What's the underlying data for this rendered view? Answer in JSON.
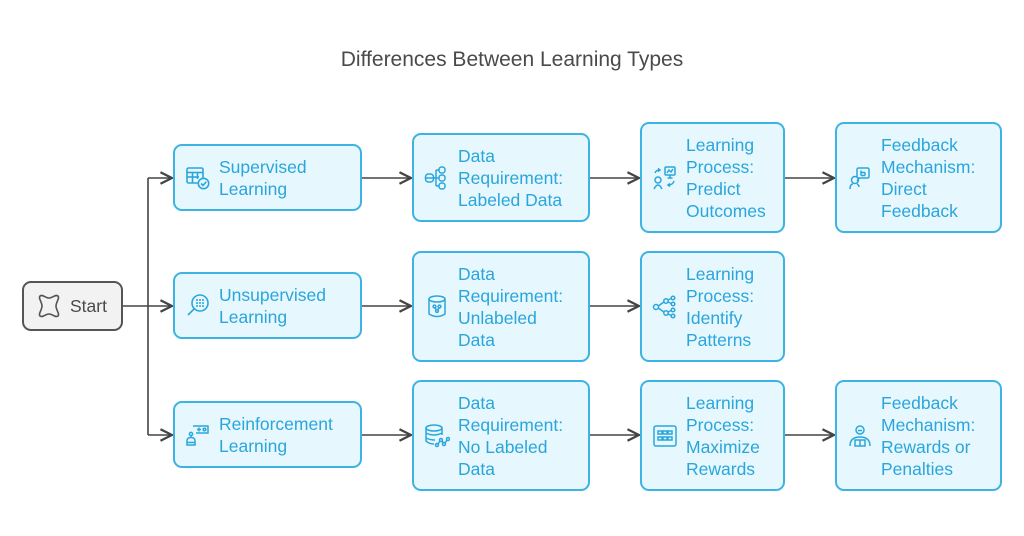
{
  "title": "Differences Between Learning Types",
  "colors": {
    "node_border": "#3db3e3",
    "node_fill": "#e6f7fd",
    "node_text": "#2aa6dc",
    "start_border": "#555555",
    "start_fill": "#f2f2f2",
    "connector": "#444444"
  },
  "start": {
    "label": "Start",
    "icon": "puzzle-icon"
  },
  "rows": [
    {
      "type": {
        "label": "Supervised\nLearning",
        "icon": "table-check-icon"
      },
      "data": {
        "label": "Data\nRequirement:\nLabeled Data",
        "icon": "database-tree-icon"
      },
      "process": {
        "label": "Learning\nProcess:\nPredict\nOutcomes",
        "icon": "presenter-chart-icon"
      },
      "feedback": {
        "label": "Feedback\nMechanism:\nDirect\nFeedback",
        "icon": "person-speech-icon"
      }
    },
    {
      "type": {
        "label": "Unsupervised\nLearning",
        "icon": "magnifier-dots-icon"
      },
      "data": {
        "label": "Data\nRequirement:\nUnlabeled\nData",
        "icon": "database-nodes-icon"
      },
      "process": {
        "label": "Learning\nProcess:\nIdentify\nPatterns",
        "icon": "network-share-icon"
      }
    },
    {
      "type": {
        "label": "Reinforcement\nLearning",
        "icon": "robot-game-icon"
      },
      "data": {
        "label": "Data\nRequirement:\nNo Labeled\nData",
        "icon": "database-graph-icon"
      },
      "process": {
        "label": "Learning\nProcess:\nMaximize\nRewards",
        "icon": "grid-panel-icon"
      },
      "feedback": {
        "label": "Feedback\nMechanism:\nRewards or\nPenalties",
        "icon": "person-podium-icon"
      }
    }
  ]
}
